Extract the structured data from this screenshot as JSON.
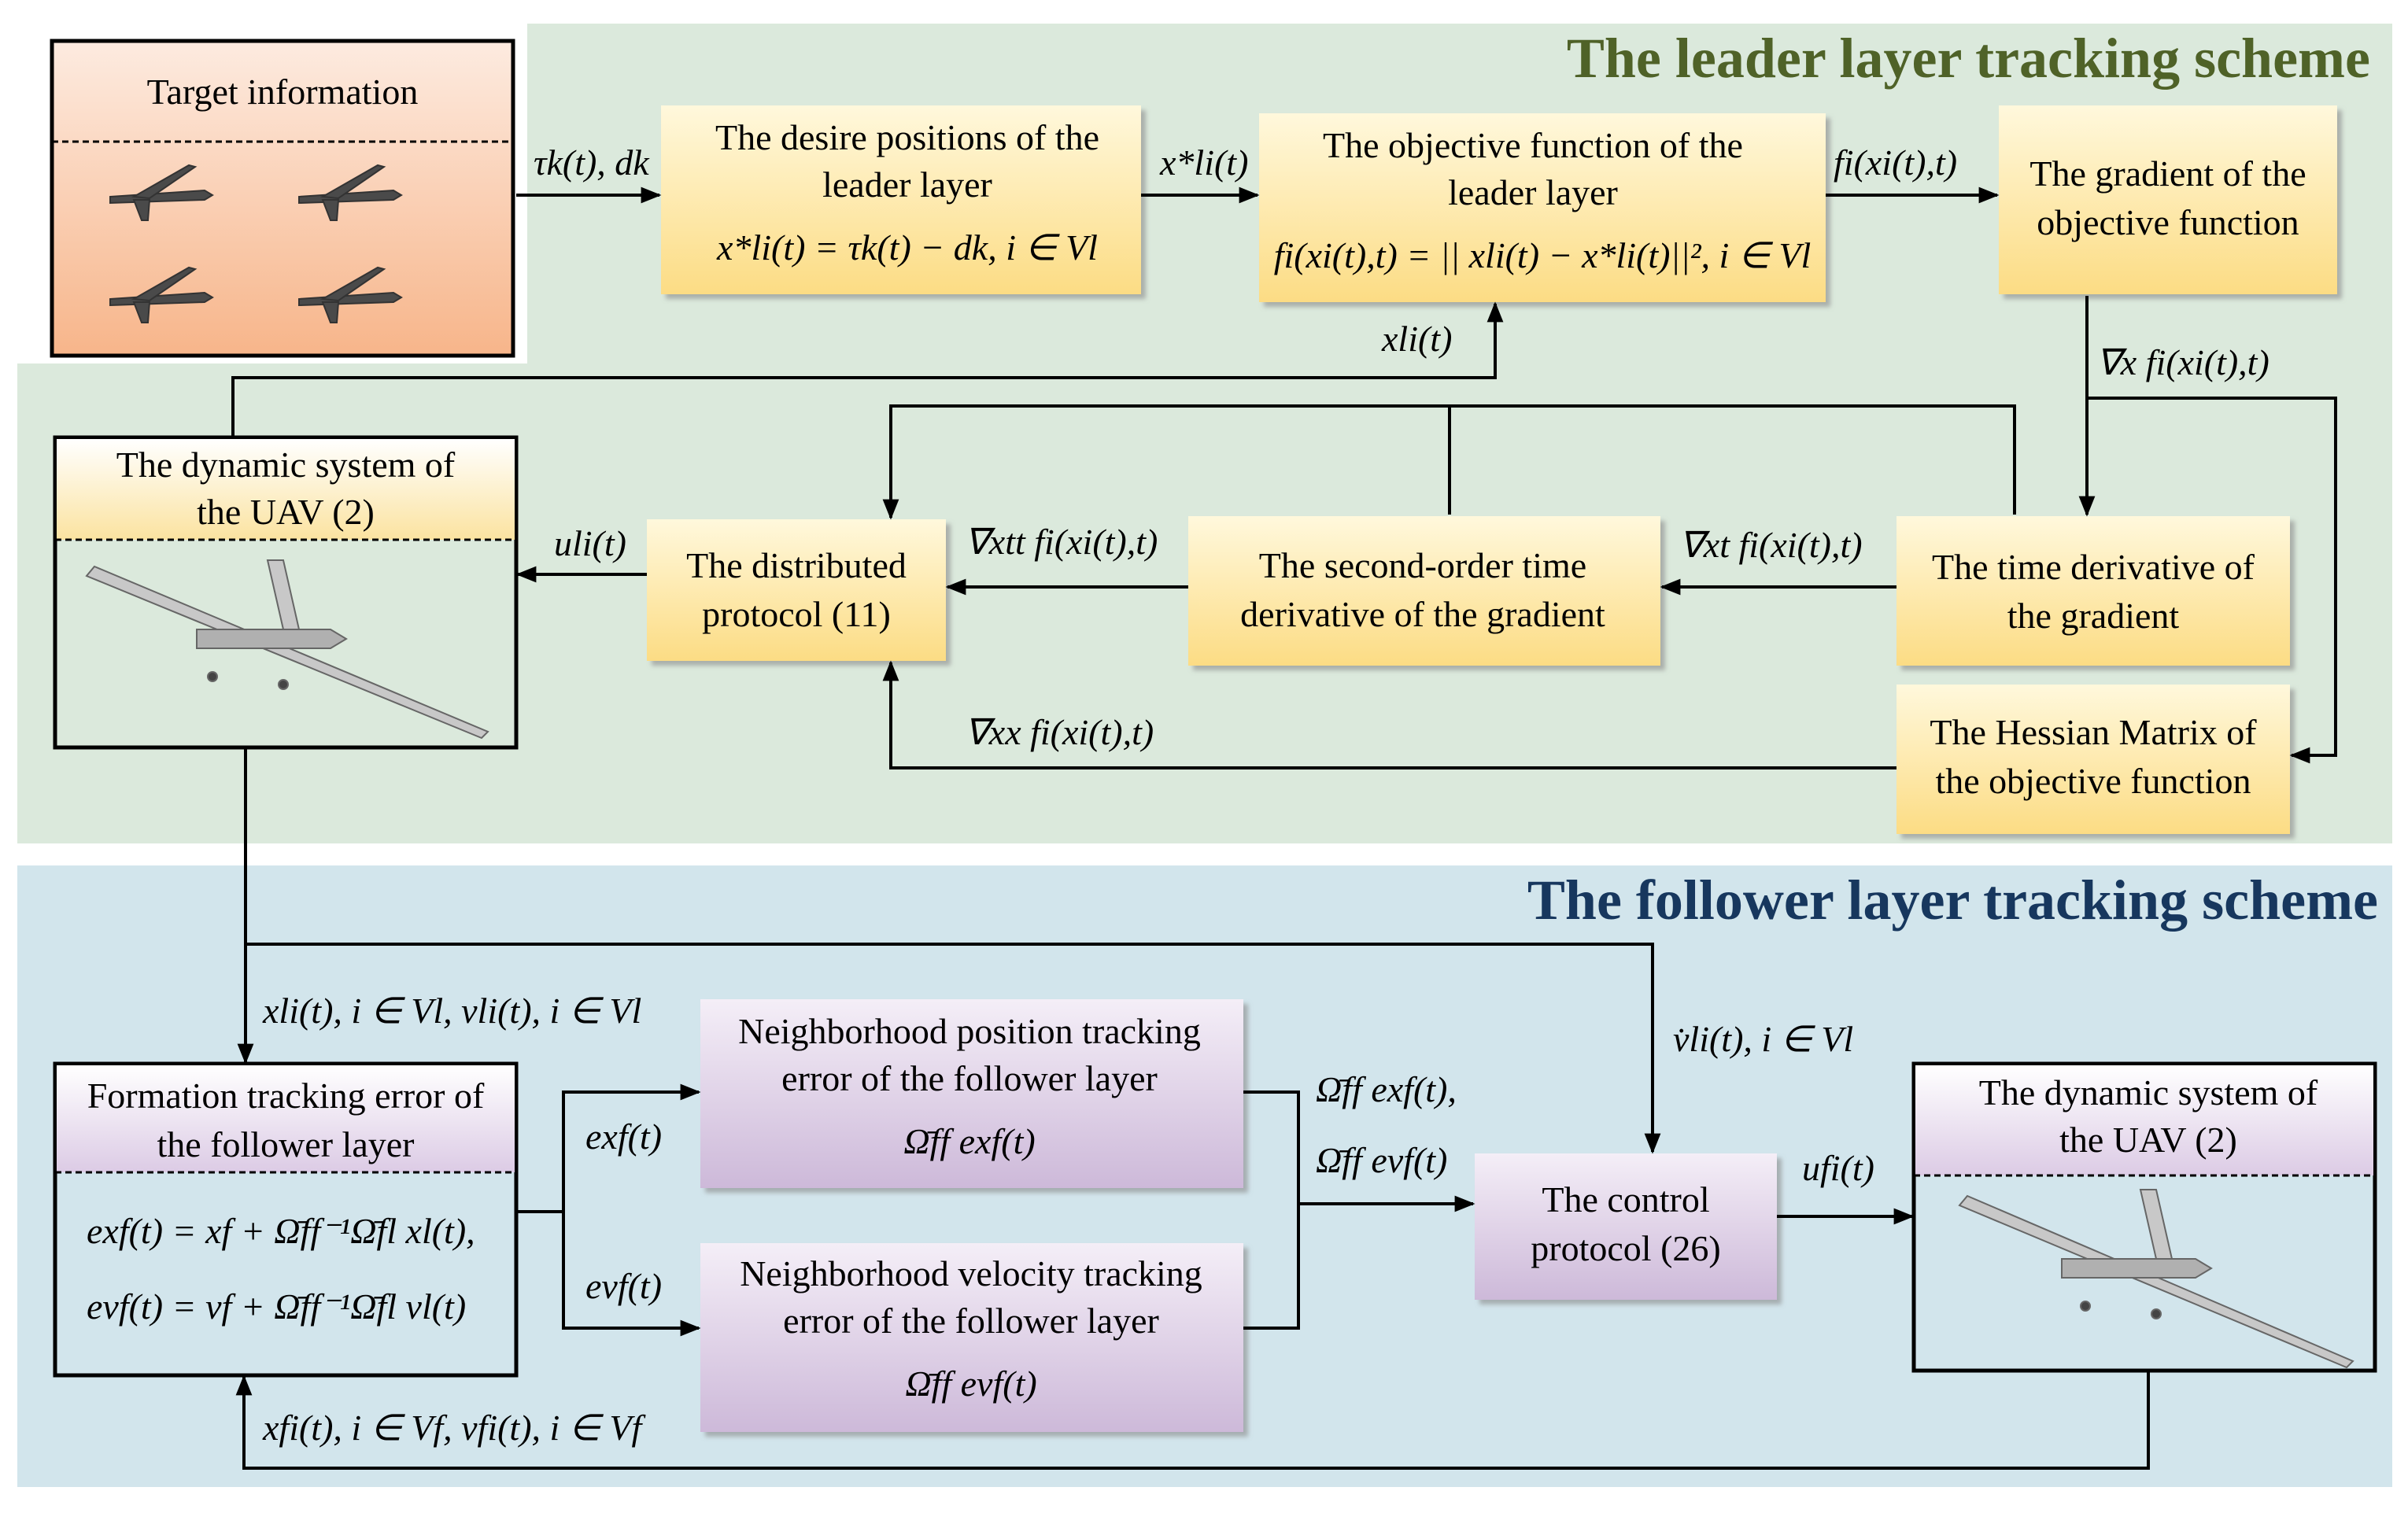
{
  "titles": {
    "leader": "The leader layer tracking scheme",
    "follower": "The follower layer tracking scheme"
  },
  "leader": {
    "target_info": "Target information",
    "desire_line1": "The desire positions of the",
    "desire_line2": "leader layer",
    "desire_eq": "x*li(t) = τk(t) − dk, i ∈ Vl",
    "objective_line1": "The objective function of the",
    "objective_line2": "leader layer",
    "objective_eq": "fi(xi(t),t) = || xli(t) − x*li(t)||², i ∈ Vl",
    "gradient_line1": "The gradient of the",
    "gradient_line2": "objective function",
    "dynamic_line1": "The dynamic system of",
    "dynamic_line2": "the UAV (2)",
    "distributed_line1": "The distributed",
    "distributed_line2": "protocol (11)",
    "second_order_line1": "The second-order time",
    "second_order_line2": "derivative of the gradient",
    "time_deriv_line1": "The time derivative of",
    "time_deriv_line2": "the gradient",
    "hessian_line1": "The Hessian Matrix of",
    "hessian_line2": "the objective function"
  },
  "follower": {
    "formation_line1": "Formation tracking error of",
    "formation_line2": "the follower layer",
    "formation_eq1": "exf(t) = xf + Ω̄ff⁻¹Ω̄fl xl(t),",
    "formation_eq2": "evf(t) = vf + Ω̄ff⁻¹Ω̄fl vl(t)",
    "npos_line1": "Neighborhood position tracking",
    "npos_line2": "error of the follower layer",
    "npos_eq": "Ω̄ff exf(t)",
    "nvel_line1": "Neighborhood velocity tracking",
    "nvel_line2": "error of the follower layer",
    "nvel_eq": "Ω̄ff evf(t)",
    "control_line1": "The control",
    "control_line2": "protocol (26)",
    "dynamic_line1": "The dynamic system of",
    "dynamic_line2": "the UAV (2)"
  },
  "labels": {
    "tau_d": "τk(t), dk",
    "x_star": "x*li(t)",
    "f_i": "fi(xi(t),t)",
    "x_li": "xli(t)",
    "grad_x": "∇x fi(xi(t),t)",
    "grad_xt": "∇xt fi(xi(t),t)",
    "grad_xtt": "∇xtt fi(xi(t),t)",
    "grad_xx": "∇xx fi(xi(t),t)",
    "u_li": "uli(t)",
    "xli_vli": "xli(t), i ∈ Vl, vli(t), i ∈ Vl",
    "vdot_li": "v̇li(t), i ∈ Vl",
    "e_xf": "exf(t)",
    "e_vf": "evf(t)",
    "omega_e_xf": "Ω̄ff exf(t),",
    "omega_e_vf": "Ω̄ff evf(t)",
    "u_fi": "ufi(t)",
    "xfi_vfi": "xfi(t), i ∈ Vf, vfi(t), i ∈ Vf"
  },
  "colors": {
    "leader_bg": "#dbe9dc",
    "follower_bg": "#d5e7ee",
    "yellow_box": "#fde9a8",
    "purple_box": "#e3d9ea",
    "target_box": "#f9c8a4",
    "leader_title": "#4f6228",
    "follower_title": "#17375e"
  },
  "icons": [
    "uav-swarm-icon",
    "uav-icon"
  ]
}
